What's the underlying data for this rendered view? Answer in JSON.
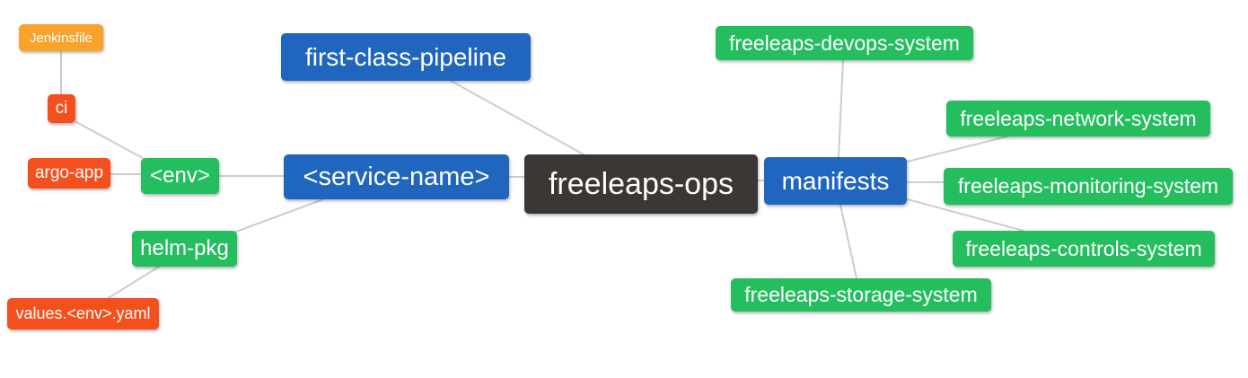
{
  "diagram": {
    "type": "mindmap",
    "root_label": "freeleaps-ops",
    "background": "#ffffff",
    "edge_color": "#cccccc",
    "colors": {
      "depth0": "#3c3734",
      "depth1": "#2166be",
      "depth2": "#24be5f",
      "depth3": "#f4501e",
      "depth4": "#f9a32b",
      "text": "#ffffff"
    },
    "nodes": {
      "root": {
        "label": "freeleaps-ops",
        "depth": 0
      },
      "first_class_pipeline": {
        "label": "first-class-pipeline",
        "depth": 1
      },
      "service_name": {
        "label": "<service-name>",
        "depth": 1
      },
      "manifests": {
        "label": "manifests",
        "depth": 1
      },
      "env": {
        "label": "<env>",
        "depth": 2
      },
      "helm_pkg": {
        "label": "helm-pkg",
        "depth": 2
      },
      "ci": {
        "label": "ci",
        "depth": 3
      },
      "argo_app": {
        "label": "argo-app",
        "depth": 3
      },
      "values_env_yaml": {
        "label": "values.<env>.yaml",
        "depth": 3
      },
      "jenkinsfile": {
        "label": "Jenkinsfile",
        "depth": 4
      },
      "devops_system": {
        "label": "freeleaps-devops-system",
        "depth": 2
      },
      "network_system": {
        "label": "freeleaps-network-system",
        "depth": 2
      },
      "monitoring_system": {
        "label": "freeleaps-monitoring-system",
        "depth": 2
      },
      "controls_system": {
        "label": "freeleaps-controls-system",
        "depth": 2
      },
      "storage_system": {
        "label": "freeleaps-storage-system",
        "depth": 2
      }
    },
    "edges": [
      {
        "from": "jenkinsfile",
        "to": "ci"
      },
      {
        "from": "ci",
        "to": "env"
      },
      {
        "from": "argo_app",
        "to": "env"
      },
      {
        "from": "env",
        "to": "service_name"
      },
      {
        "from": "helm_pkg",
        "to": "service_name"
      },
      {
        "from": "helm_pkg",
        "to": "values_env_yaml"
      },
      {
        "from": "first_class_pipeline",
        "to": "root"
      },
      {
        "from": "service_name",
        "to": "root"
      },
      {
        "from": "root",
        "to": "manifests"
      },
      {
        "from": "manifests",
        "to": "devops_system"
      },
      {
        "from": "manifests",
        "to": "network_system"
      },
      {
        "from": "manifests",
        "to": "monitoring_system"
      },
      {
        "from": "manifests",
        "to": "controls_system"
      },
      {
        "from": "manifests",
        "to": "storage_system"
      }
    ]
  }
}
